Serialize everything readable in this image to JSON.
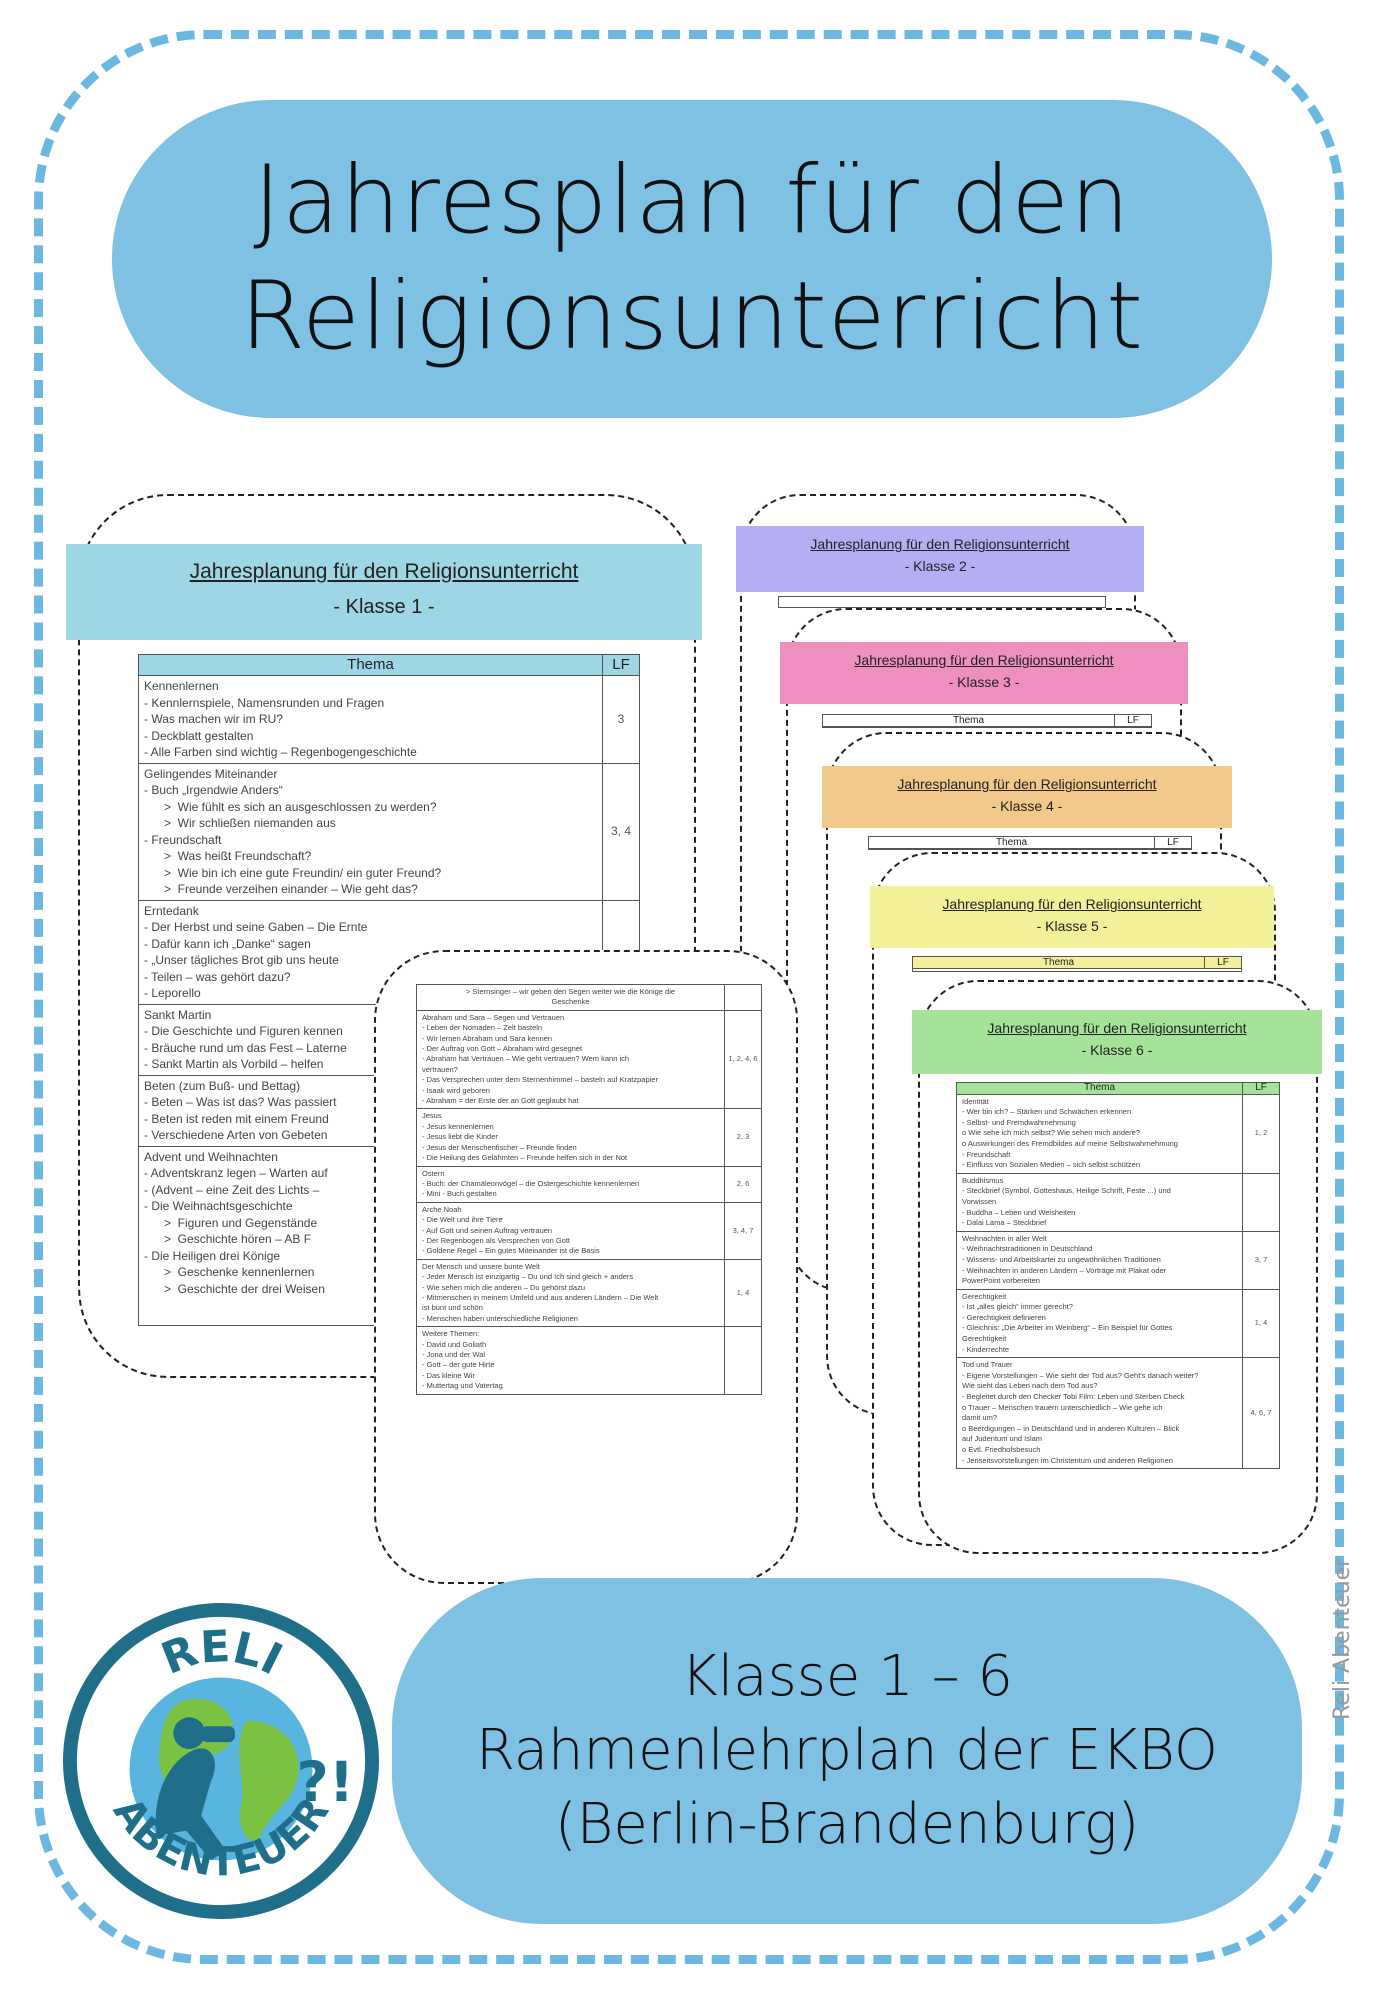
{
  "title": {
    "line1": "Jahresplan für den",
    "line2": "Religionsunterricht"
  },
  "subtitle": {
    "line1": "Klasse 1 – 6",
    "line2": "Rahmenlehrplan der EKBO",
    "line3": "(Berlin-Brandenburg)"
  },
  "watermark": "Reli Abenteuer",
  "logo": {
    "top": "RELI",
    "bottom": "ABENTEUER",
    "marks": "?!"
  },
  "colors": {
    "frame": "#6cb8e1",
    "pill": "#7fc1e3",
    "k1": "#9fd6e6",
    "k2": "#b4aef2",
    "k3": "#ef8fc0",
    "k4": "#f1c98a",
    "k5": "#f3f09a",
    "k6": "#a6e39a"
  },
  "table_header": {
    "thema": "Thema",
    "lf": "LF"
  },
  "doc_title": "Jahresplanung für den Religionsunterricht",
  "classes": {
    "k1": "- Klasse 1 -",
    "k2": "- Klasse 2 -",
    "k3": "- Klasse 3 -",
    "k4": "- Klasse 4 -",
    "k5": "- Klasse 5 -",
    "k6": "- Klasse 6 -"
  },
  "k1": {
    "s1": {
      "head": "Kennenlernen",
      "items": [
        "-   Kennlernspiele, Namensrunden und Fragen",
        "-   Was machen wir im RU?",
        "-   Deckblatt gestalten",
        "-   Alle Farben sind wichtig – Regenbogengeschichte"
      ],
      "lf": "3"
    },
    "s2": {
      "head": "Gelingendes Miteinander",
      "items": [
        "-   Buch „Irgendwie Anders“",
        "      >  Wie fühlt es sich an ausgeschlossen zu werden?",
        "      >  Wir schließen niemanden aus",
        "-   Freundschaft",
        "      >  Was heißt Freundschaft?",
        "      >  Wie bin ich eine gute Freundin/ ein guter Freund?",
        "      >  Freunde verzeihen einander – Wie geht das?"
      ],
      "lf": "3, 4"
    },
    "s3": {
      "head": "Erntedank",
      "items": [
        "-   Der Herbst und seine Gaben – Die Ernte",
        "-   Dafür kann ich „Danke“ sagen",
        "-   „Unser tägliches Brot gib uns heute",
        "-   Teilen – was gehört dazu?",
        "-   Leporello"
      ]
    },
    "s4": {
      "head": "Sankt Martin",
      "items": [
        "-   Die Geschichte und Figuren kennen",
        "-   Bräuche rund um das Fest – Laterne",
        "-   Sankt Martin als Vorbild – helfen"
      ]
    },
    "s5": {
      "head": "Beten (zum Buß- und Bettag)",
      "items": [
        "-   Beten – Was ist das? Was passiert",
        "-   Beten ist reden mit einem Freund",
        "-   Verschiedene Arten von Gebeten"
      ]
    },
    "s6": {
      "head": "Advent und Weihnachten",
      "items": [
        "-   Adventskranz legen – Warten auf",
        "-   (Advent – eine Zeit des Lichts –",
        "-   Die Weihnachtsgeschichte",
        "      >  Figuren und Gegenstände",
        "      >  Geschichte hören – AB F",
        "-   Die Heiligen drei Könige",
        "      >  Geschenke kennenlernen",
        "      >  Geschichte der drei Weisen"
      ]
    }
  },
  "k2": {
    "top": [
      ">  Sternsinger – wir geben den Segen weiter wie die Könige die",
      "Geschenke"
    ],
    "s1": {
      "head": "Abraham und Sara – Segen und Vertrauen",
      "items": [
        "-  Leben der Nomaden – Zelt basteln",
        "-  Wir lernen Abraham und Sara kennen",
        "-  Der Auftrag von Gott – Abraham wird gesegnet",
        "-  Abraham hat Vertrauen – Wie geht vertrauen? Wem kann ich",
        "   vertrauen?",
        "-  Das Versprechen unter dem Sternenhimmel – basteln auf Kratzpapier",
        "-  Isaak wird geboren",
        "-  Abraham = der Erste der an Gott geglaubt hat"
      ],
      "lf": "1, 2, 4, 6"
    },
    "s2": {
      "head": "Jesus",
      "items": [
        "-  Jesus kennenlernen",
        "-  Jesus liebt die Kinder",
        "-  Jesus der Menschenfischer – Freunde finden",
        "-  Die Heilung des Gelähmten – Freunde helfen sich in der Not"
      ],
      "lf": "2, 3"
    },
    "s3": {
      "head": "Ostern",
      "items": [
        "-  Buch: der Chamäleonvögel – die Ostergeschichte kennenlernen",
        "-  Mini - Buch gestalten"
      ],
      "lf": "2, 6"
    },
    "s4": {
      "head": "Arche Noah",
      "items": [
        "-  Die Welt und ihre Tiere",
        "-  Auf Gott und seinen Auftrag vertrauen",
        "-  Der Regenbogen als Versprechen von Gott",
        "-  Goldene Regel – Ein gutes Miteinander ist die Basis"
      ],
      "lf": "3, 4, 7"
    },
    "s5": {
      "head": "Der Mensch und unsere bunte Welt",
      "items": [
        "-  Jeder Mensch ist einzigartig – Du und Ich sind gleich + anders",
        "-  Wie sehen mich die anderen – Du gehörst dazu",
        "-  Mitmenschen in meinem Umfeld und aus anderen Ländern – Die Welt",
        "   ist bunt und schön",
        "-  Menschen haben unterschiedliche Religionen"
      ],
      "lf": "1, 4"
    },
    "s6": {
      "head": "Weitere Themen:",
      "items": [
        "-  David und Goliath",
        "-  Jona und der Wal",
        "-  Gott – der gute Hirte",
        "-  Das kleine Wir",
        "-  Muttertag und Vatertag"
      ]
    }
  },
  "k6": {
    "s1": {
      "head": "Identität",
      "items": [
        "-  Wer bin ich? – Stärken und Schwächen erkennen",
        "-  Selbst- und Fremdwahrnehmung",
        "      o  Wie sehe ich mich selbst? Wie sehen mich andere?",
        "      o  Auswirkungen des Fremdbildes auf meine Selbstwahrnehmung",
        "-  Freundschaft",
        "-  Einfluss von Sozialen Medien – sich selbst schützen"
      ],
      "lf": "1, 2"
    },
    "s2": {
      "head": "Buddhismus",
      "items": [
        "-  Steckbrief (Symbol, Gotteshaus, Heilige Schrift, Feste ...) und",
        "   Vorwissen",
        "-  Buddha – Leben und Weisheiten",
        "-  Dalai Lama – Steckbrief"
      ]
    },
    "s3": {
      "head": "Weihnachten in aller Welt",
      "items": [
        "-  Weihnachtstraditionen in Deutschland",
        "-  Wissens- und Arbeitskartei zu ungewöhnlichen Traditionen",
        "-  Weihnachten in anderen Ländern – Vorträge mit Plakat oder",
        "   PowerPoint vorbereiten"
      ],
      "lf": "3, 7"
    },
    "s4": {
      "head": "Gerechtigkeit",
      "items": [
        "-  Ist „alles gleich“ immer gerecht?",
        "-  Gerechtigkeit definieren",
        "-  Gleichnis: „Die Arbeiter im Weinberg“ – Ein Beispiel für Gottes",
        "   Gerechtigkeit",
        "-  Kinderrechte"
      ],
      "lf": "1, 4"
    },
    "s5": {
      "head": "Tod und Trauer",
      "items": [
        "-  Eigene Vorstellungen – Wie sieht der Tod aus? Geht's danach weiter?",
        "   Wie sieht das Leben nach dem Tod aus?",
        "-  Begleitet durch den Checker Tobi Film: Leben und Sterben Check",
        "      o  Trauer – Menschen trauern unterschiedlich – Wie gehe ich",
        "         damit um?",
        "      o  Beerdigungen – in Deutschland und in anderen Kulturen – Blick",
        "         auf Judentum und Islam",
        "      o  Evtl. Friedhofsbesuch",
        "-  Jenseitsvorstellungen im Christentum und anderen Religionen"
      ],
      "lf": "4, 6, 7"
    }
  }
}
